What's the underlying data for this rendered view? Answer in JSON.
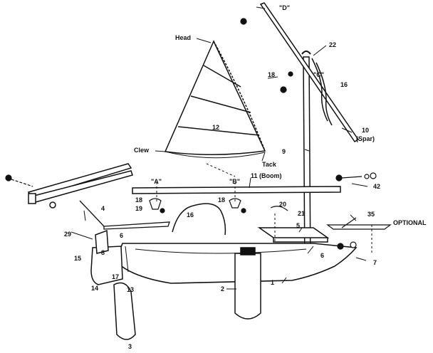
{
  "diagram": {
    "labels": {
      "head": "Head",
      "clew": "Clew",
      "tack": "Tack",
      "a": "\"A\"",
      "b": "\"B\"",
      "c": "\"C\"",
      "d": "\"D\"",
      "optional": "OPTIONAL",
      "boom": "11 (Boom)",
      "spar_num": "10",
      "spar_word": "(Spar)"
    },
    "callouts": {
      "n1": "1",
      "n2": "2",
      "n3": "3",
      "n4": "4",
      "n5": "5",
      "n6a": "6",
      "n6b": "6",
      "n7": "7",
      "n8": "8",
      "n9": "9",
      "n12": "12",
      "n13": "13",
      "n14": "14",
      "n15": "15",
      "n16a": "16",
      "n16b": "16",
      "n17": "17",
      "n18a": "18",
      "n18b": "18",
      "n18c": "18",
      "n19": "19",
      "n20": "20",
      "n21": "21",
      "n22": "22",
      "n29": "29",
      "n35": "35",
      "n42": "42"
    }
  }
}
